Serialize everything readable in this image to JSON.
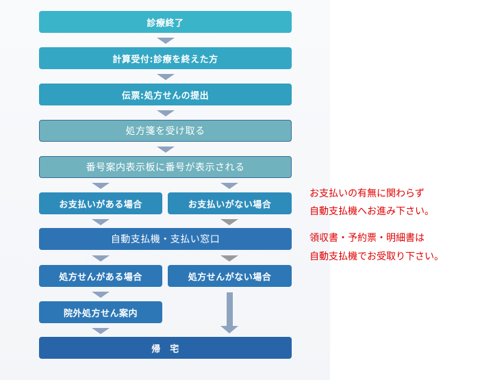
{
  "flow": {
    "step1": "診療終了",
    "step2": "計算受付:診療を終えた方",
    "step3": "伝票:処方せんの提出",
    "step4": "処方箋を受け取る",
    "step5": "番号案内表示板に番号が表示される",
    "pay_yes": "お支払いがある場合",
    "pay_no": "お支払いがない場合",
    "cashier": "自動支払機・支払い窓口",
    "rx_yes": "処方せんがある場合",
    "rx_no": "処方せんがない場合",
    "outside_rx": "院外処方せん案内",
    "home": "帰　宅"
  },
  "notes": {
    "line1": "お支払いの有無に関わらず",
    "line2": "自動支払機へお進み下さい。",
    "line3": "領収書・予約票・明細書は",
    "line4": "自動支払機でお受取り下さい。"
  }
}
